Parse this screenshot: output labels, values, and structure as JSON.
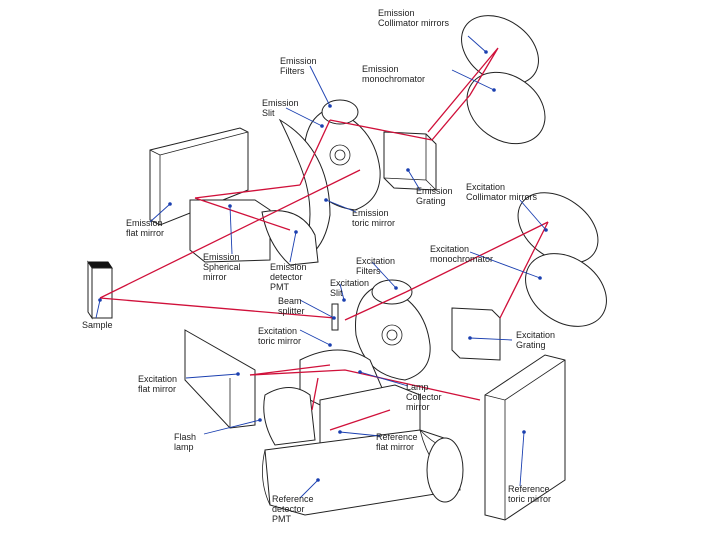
{
  "colors": {
    "beam": "#d0103a",
    "leader": "#1a3fb0",
    "outline": "#222222"
  },
  "labels": {
    "emission_collimator_mirrors": "Emission\nCollimator mirrors",
    "emission_filters": "Emission\nFilters",
    "emission_monochromator": "Emission\nmonochromator",
    "emission_slit": "Emission\nSlit",
    "emission_flat_mirror": "Emission\nflat mirror",
    "emission_grating": "Emission\nGrating",
    "emission_toric_mirror": "Emission\ntoric mirror",
    "excitation_collimator_mirrors": "Excitation\nCollimator mirrors",
    "emission_spherical_mirror": "Emission\nSpherical\nmirror",
    "emission_detector_pmt": "Emission\ndetector\nPMT",
    "excitation_filters": "Excitation\nFilters",
    "excitation_monochromator": "Excitation\nmonochromator",
    "excitation_slit": "Excitation\nSlit",
    "sample": "Sample",
    "beam_splitter": "Beam\nsplitter",
    "excitation_grating": "Excitation\nGrating",
    "excitation_toric_mirror": "Excitation\ntoric mirror",
    "excitation_flat_mirror": "Excitation\nflat mirror",
    "lamp_collector_mirror": "Lamp\nCollector\nmirror",
    "flash_lamp": "Flash\nlamp",
    "reference_flat_mirror": "Reference\nflat mirror",
    "reference_detector_pmt": "Reference\ndetector\nPMT",
    "reference_toric_mirror": "Reference\ntoric mirror"
  }
}
